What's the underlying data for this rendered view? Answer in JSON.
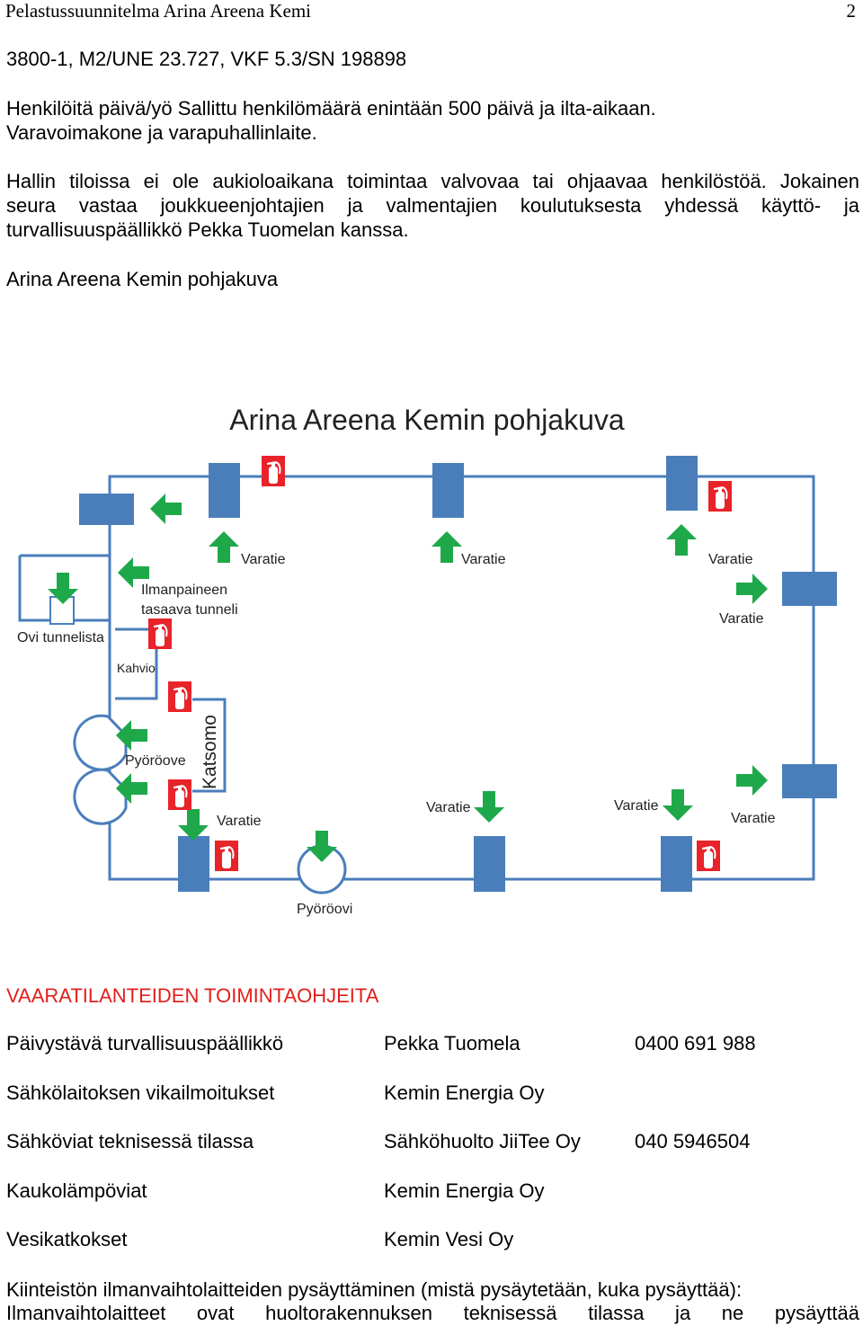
{
  "header": {
    "title": "Pelastussuunnitelma Arina Areena Kemi",
    "page": "2"
  },
  "codes": "3800-1, M2/UNE 23.727, VKF 5.3/SN 198898",
  "persons": {
    "line1": "Henkilöitä päivä/yö  Sallittu henkilömäärä enintään 500 päivä ja ilta-aikaan.",
    "line2": "Varavoimakone ja varapuhallinlaite."
  },
  "staff": {
    "line1": "Hallin tiloissa ei ole aukioloaikana toimintaa valvovaa tai ohjaavaa henkilöstöä. Jokainen",
    "line2": "seura vastaa joukkueenjohtajien ja valmentajien koulutuksesta yhdessä käyttö- ja",
    "line3": "turvallisuuspäällikkö Pekka Tuomelan kanssa."
  },
  "floorplan_caption": "Arina Areena Kemin pohjakuva",
  "floorplan": {
    "title": "Arina Areena Kemin pohjakuva",
    "labels": {
      "varatie": "Varatie",
      "tunnel_1": "Ilmanpaineen",
      "tunnel_2": "tasaava tunneli",
      "ovi": "Ovi tunnelista",
      "kahvio": "Kahvio",
      "pyoroove": "Pyöröove",
      "katsomo": "Katsomo",
      "pyoroovi": "Pyöröovi"
    },
    "colors": {
      "door": "#4a7ebb",
      "wall": "#4a7ebb",
      "arrow": "#1ea84a",
      "extinguisher": "#e8232a"
    }
  },
  "section_title": "VAARATILANTEIDEN TOIMINTAOHJEITA",
  "contacts": [
    {
      "role": "Päivystävä turvallisuuspäällikkö",
      "name": "Pekka Tuomela",
      "phone": "0400 691 988"
    },
    {
      "role": "Sähkölaitoksen vikailmoitukset",
      "name": "Kemin Energia Oy",
      "phone": ""
    },
    {
      "role": "Sähköviat teknisessä tilassa",
      "name": "Sähköhuolto JiiTee Oy",
      "phone": "040 5946504"
    },
    {
      "role": "Kaukolämpöviat",
      "name": "Kemin Energia Oy",
      "phone": ""
    },
    {
      "role": "Vesikatkokset",
      "name": "Kemin Vesi Oy",
      "phone": ""
    }
  ],
  "ventilation": {
    "line1": "Kiinteistön ilmanvaihtolaitteiden pysäyttäminen (mistä pysäytetään, kuka pysäyttää):",
    "line2": "Ilmanvaihtolaitteet ovat huoltorakennuksen teknisessä tilassa ja ne pysäyttää"
  }
}
